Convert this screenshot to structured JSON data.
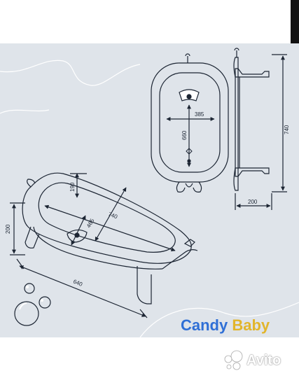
{
  "dimensions": {
    "top_view": {
      "width": "385",
      "length": "660"
    },
    "side_view": {
      "height": "740",
      "depth": "200"
    },
    "perspective": {
      "length": "740",
      "width": "465",
      "depth": "190",
      "height": "200",
      "base_length": "640"
    }
  },
  "brand": {
    "candy": "Candy",
    "baby": "Baby"
  },
  "watermark": {
    "text": "Avito"
  },
  "colors": {
    "background": "#dfe4ea",
    "line": "#1c2533",
    "candy": "#2f6fd6",
    "baby": "#e2b52b"
  }
}
